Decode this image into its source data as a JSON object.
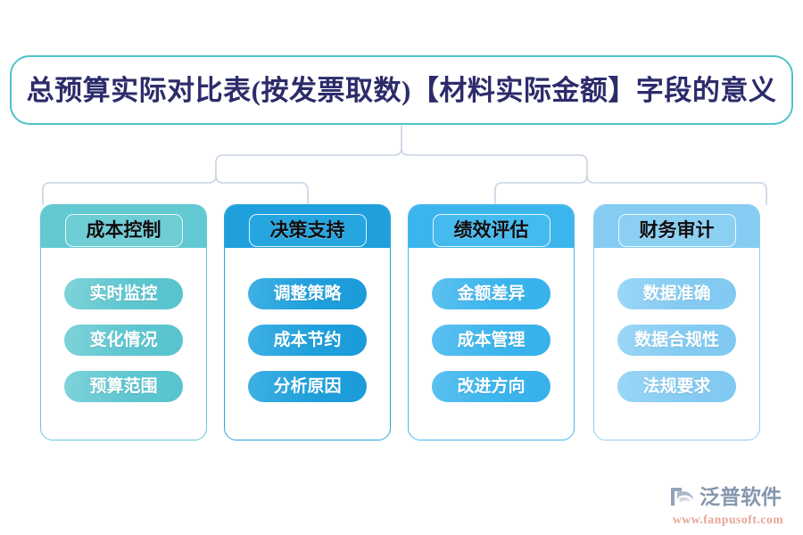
{
  "page": {
    "background_color": "#ffffff",
    "title": "总预算实际对比表(按发票取数)【材料实际金额】字段的意义"
  },
  "title_box": {
    "text": "总预算实际对比表(按发票取数)【材料实际金额】字段的意义",
    "border_color": "#4cc3cb",
    "text_color": "#2c2c6b"
  },
  "branches": [
    {
      "id": "cost-control",
      "header": "成本控制",
      "accent_color": "#62c9d2",
      "items": [
        {
          "label": "实时监控"
        },
        {
          "label": "变化情况"
        },
        {
          "label": "预算范围"
        }
      ]
    },
    {
      "id": "decision-support",
      "header": "决策支持",
      "accent_color": "#1fa0dc",
      "items": [
        {
          "label": "调整策略"
        },
        {
          "label": "成本节约"
        },
        {
          "label": "分析原因"
        }
      ]
    },
    {
      "id": "performance-evaluation",
      "header": "绩效评估",
      "accent_color": "#3cb5ed",
      "items": [
        {
          "label": "金额差异"
        },
        {
          "label": "成本管理"
        },
        {
          "label": "改进方向"
        }
      ]
    },
    {
      "id": "financial-audit",
      "header": "财务审计",
      "accent_color": "#85cbf2",
      "items": [
        {
          "label": "数据准确"
        },
        {
          "label": "数据合规性"
        },
        {
          "label": "法规要求"
        }
      ]
    }
  ],
  "connector": {
    "color": "#c8d4e4"
  },
  "logo": {
    "name": "泛普软件",
    "url": "www.fanpusoft.com",
    "word_color": "#8596ad",
    "url_color": "#e8a596",
    "mark_color": "#8f9fb5"
  }
}
